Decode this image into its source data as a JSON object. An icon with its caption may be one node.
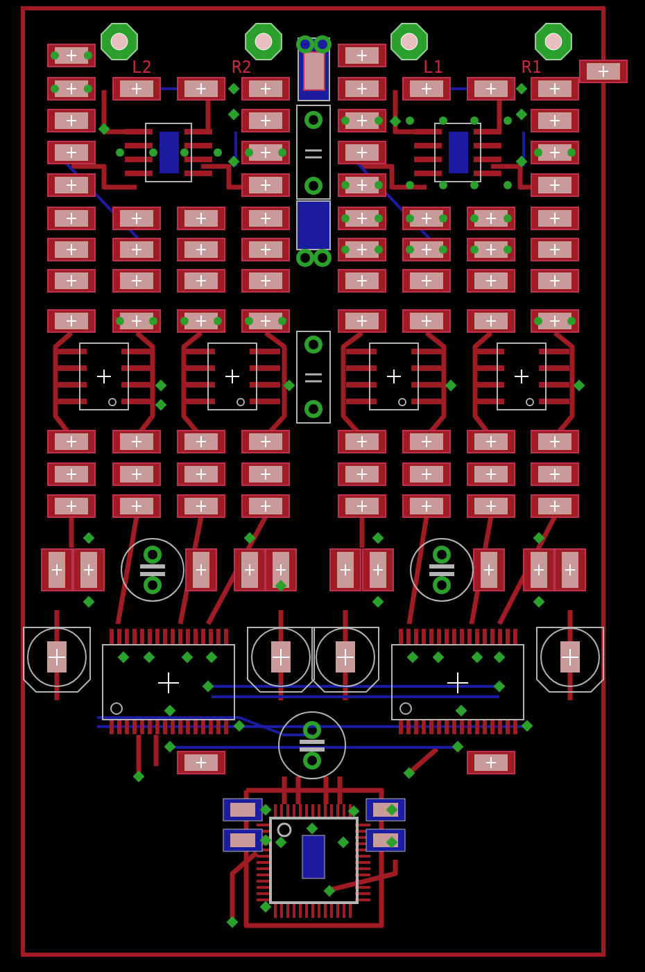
{
  "diagram": {
    "labels": [
      "L2",
      "R2",
      "L1",
      "R1"
    ]
  }
}
